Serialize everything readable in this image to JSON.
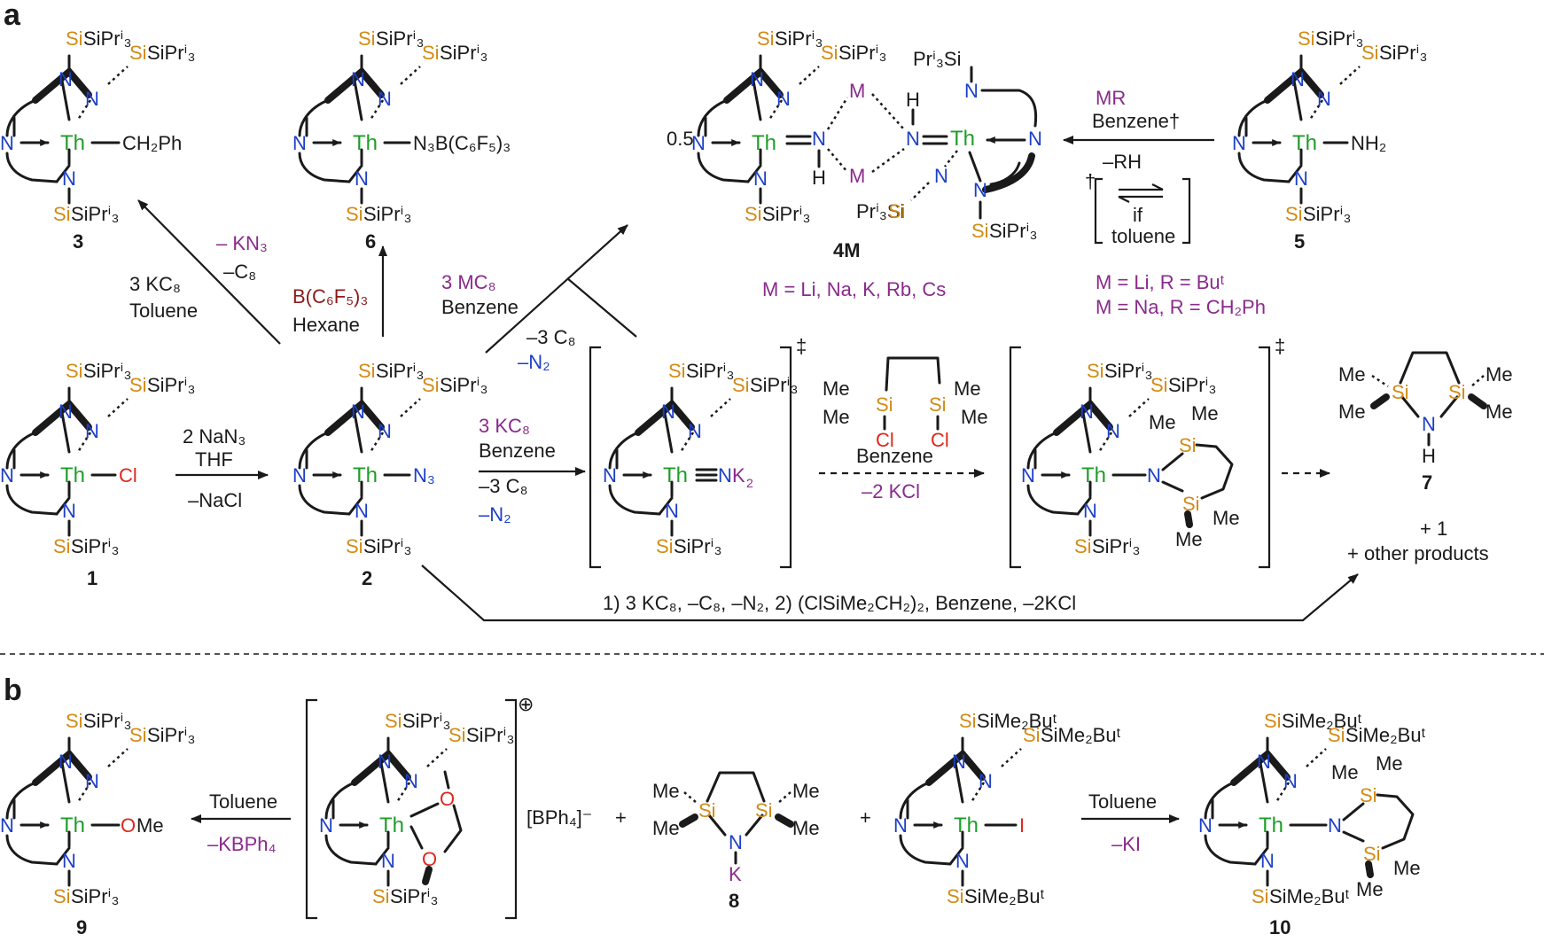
{
  "panels": {
    "a": "a",
    "b": "b"
  },
  "atoms": {
    "th": "Th",
    "n": "N",
    "si": "Si",
    "cl": "Cl",
    "h": "H",
    "k": "K",
    "i": "I",
    "o": "O",
    "m": "M"
  },
  "groups": {
    "sipr3": "SiPrⁱ₃",
    "pr3si": "Prⁱ₃Si",
    "sime2but": "SiMe₂Buᵗ",
    "me": "Me",
    "ch2ph": "CH₂Ph",
    "n3b": "N₃B(C₆F₅)₃",
    "n3": "N₃",
    "nh2": "NH₂",
    "nk2": "NK₂",
    "ome": "OMe",
    "half": "0.5"
  },
  "compounds": {
    "c1": "1",
    "c2": "2",
    "c3": "3",
    "c4m": "4M",
    "c5": "5",
    "c6": "6",
    "c7": "7",
    "c8": "8",
    "c9": "9",
    "c10": "10"
  },
  "conditions": {
    "to3_reagent": "3 KC₈",
    "to3_solvent": "Toluene",
    "to3_by1": "– KN₃",
    "to3_by2": "–C₈",
    "to6_reagent": "B(C₆F₅)₃",
    "to6_solvent": "Hexane",
    "to2_reagent": "2 NaN₃",
    "to2_solvent": "THF",
    "to2_by": "–NaCl",
    "to4_reagent": "3 MC₈",
    "to4_solvent": "Benzene",
    "to4_by1": "–3 C₈",
    "to4_by2": "–N₂",
    "toTS1_reagent": "3 KC₈",
    "toTS1_solvent": "Benzene",
    "toTS1_by1": "–3 C₈",
    "toTS1_by2": "–N₂",
    "toTS2_solvent": "Benzene",
    "toTS2_by": "–2 KCl",
    "from5_reagent": "MR",
    "from5_solvent": "Benzene†",
    "from5_by": "–RH",
    "dagger": "†",
    "if": "if",
    "toluene": "toluene",
    "m_list": "M = Li, Na, K, Rb, Cs",
    "m_li": "M = Li, R = Buᵗ",
    "m_na": "M = Na, R = CH₂Ph",
    "plus1": "+ 1",
    "other": "+ other products",
    "bottom_route": "1) 3 KC₈, –C₈, –N₂, 2) (ClSiMe₂CH₂)₂, Benzene, –2KCl",
    "to9_solvent": "Toluene",
    "to9_by": "–KBPh₄",
    "bph4": "[BPh₄]⁻",
    "plus": "+",
    "to10_solvent": "Toluene",
    "to10_by": "–KI",
    "dd": "‡",
    "oplus": "⊕"
  }
}
